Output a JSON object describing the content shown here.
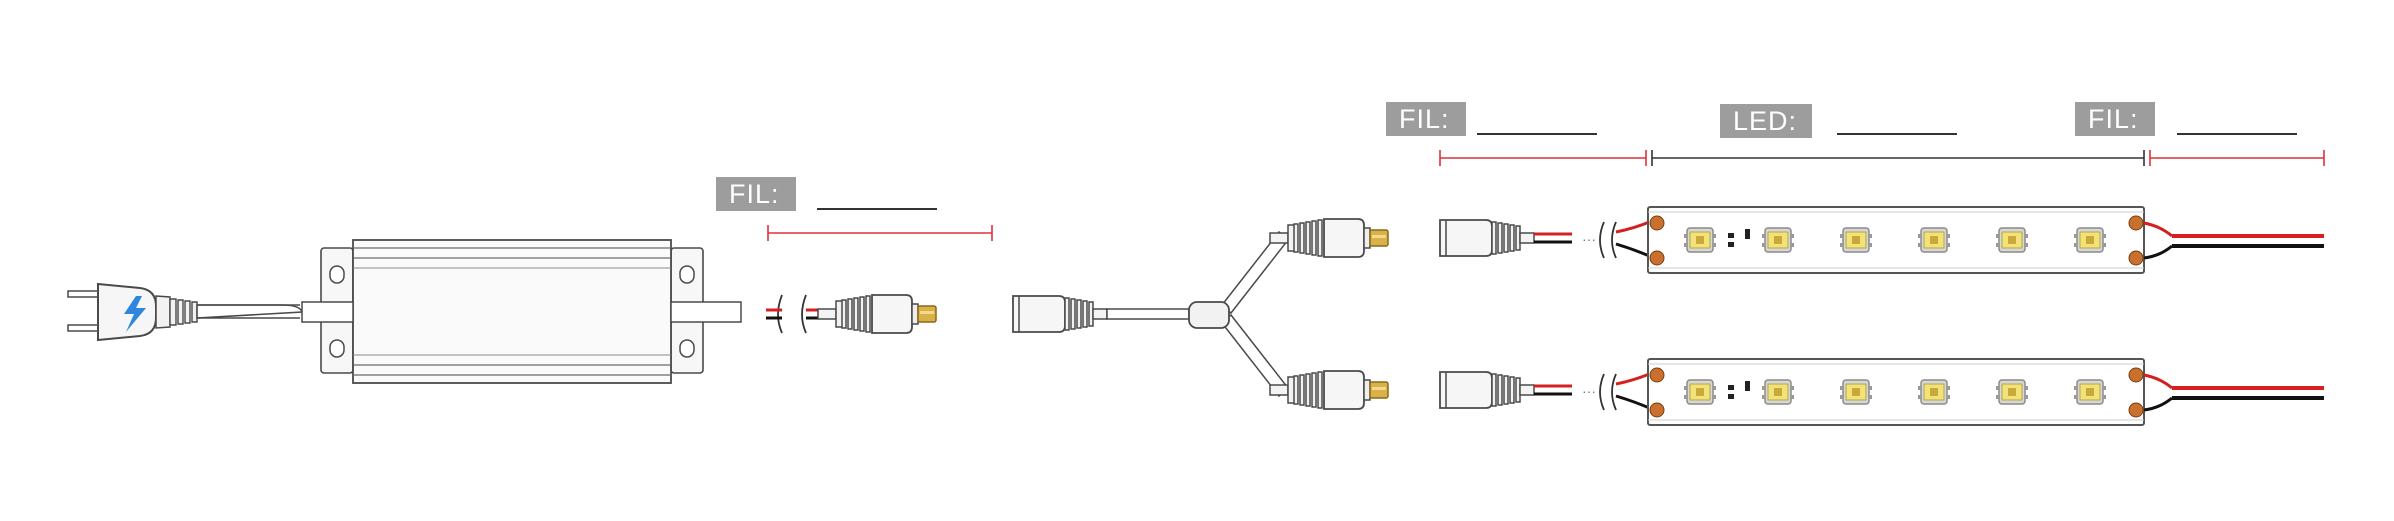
{
  "labels": {
    "fil_1": "FIL:",
    "fil_2": "FIL:",
    "led": "LED:",
    "fil_3": "FIL:"
  },
  "colors": {
    "tag_bg": "#9d9d9d",
    "red_dimension": "#e0303a",
    "dark_dimension": "#333333",
    "wire_red": "#d42020",
    "wire_black": "#111111",
    "led_yellow": "#f2e27a",
    "pad_copper": "#c9702e",
    "connector_tip": "#d9b04a"
  },
  "components": [
    {
      "name": "ac-plug-icon"
    },
    {
      "name": "power-supply-icon"
    },
    {
      "name": "dc-male-connector-icon"
    },
    {
      "name": "dc-female-connector-icon"
    },
    {
      "name": "y-splitter-cable-icon"
    },
    {
      "name": "led-strip-icon"
    }
  ],
  "led_strips": [
    {
      "led_count": 6
    },
    {
      "led_count": 6
    }
  ]
}
